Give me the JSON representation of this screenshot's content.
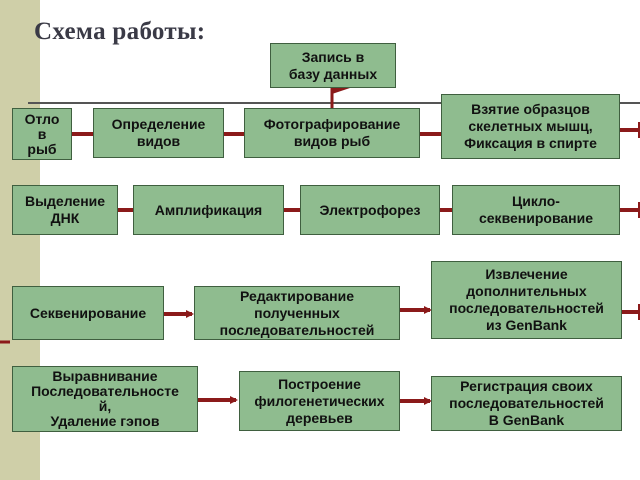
{
  "title": "Схема работы:",
  "colors": {
    "box_fill": "#8fbc8f",
    "arrow": "#8b1a1a",
    "band": "#cfcfa8",
    "title": "#3a3a46"
  },
  "boxes": {
    "db_record": "Запись в\nбазу данных",
    "fish_catch": "Отло\nв\nрыб",
    "species_id": "Определение\nвидов",
    "photo": "Фотографирование\nвидов рыб",
    "sampling": "Взятие образцов\nскелетных мышц,\nФиксация в спирте",
    "dna_isolation": "Выделение\nДНК",
    "amplification": "Амплификация",
    "electrophoresis": "Электрофорез",
    "cycle_seq": "Цикло-\nсеквенирование",
    "sequencing": "Секвенирование",
    "editing": "Редактирование\nполученных\nпоследовательностей",
    "genbank_extract": "Извлечение\nдополнительных\nпоследовательностей\nиз GenBank",
    "alignment": "Выравнивание\nПоследовательносте\nй,\nУдаление гэпов",
    "phylo": "Построение\nфилогенетических\nдеревьев",
    "genbank_register": "Регистрация своих\nпоследовательностей\nВ GenBank"
  }
}
